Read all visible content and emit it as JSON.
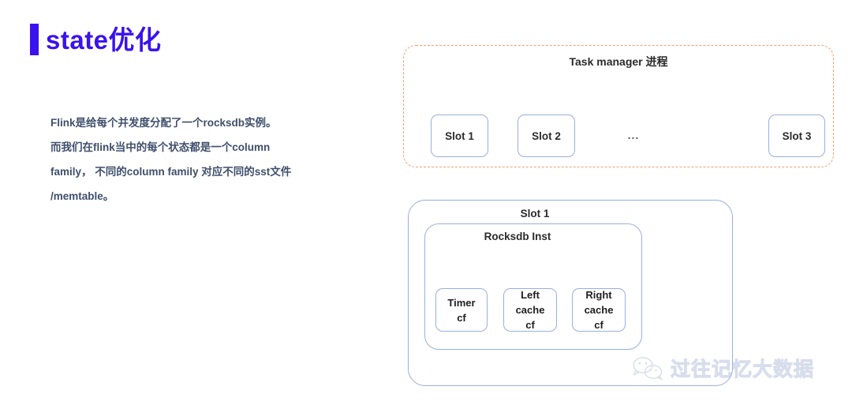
{
  "slide": {
    "title": "state优化",
    "accent_color": "#3a11ef",
    "body_lines": [
      "Flink是给每个并发度分配了一个rocksdb实例。",
      "而我们在flink当中的每个状态都是一个column",
      "family， 不同的column family 对应不同的sst文件",
      "/memtable。"
    ]
  },
  "diagram": {
    "task_manager": {
      "title": "Task manager 进程",
      "border_color": "#f0a070",
      "border_style": "dashed",
      "slots": [
        {
          "label": "Slot 1"
        },
        {
          "label": "Slot 2"
        },
        {
          "label": "Slot 3"
        }
      ],
      "ellipsis": "..."
    },
    "slot_detail": {
      "title": "Slot 1",
      "border_color": "#9aaede",
      "rocksdb": {
        "title": "Rocksdb Inst",
        "column_families": [
          {
            "lines": [
              "Timer",
              "cf"
            ]
          },
          {
            "lines": [
              "Left",
              "cache",
              "cf"
            ]
          },
          {
            "lines": [
              "Right",
              "cache",
              "cf"
            ]
          }
        ]
      }
    }
  },
  "watermark": {
    "icon": "wechat-icon",
    "text": "过往记忆大数据",
    "color": "#b9c3dd"
  }
}
